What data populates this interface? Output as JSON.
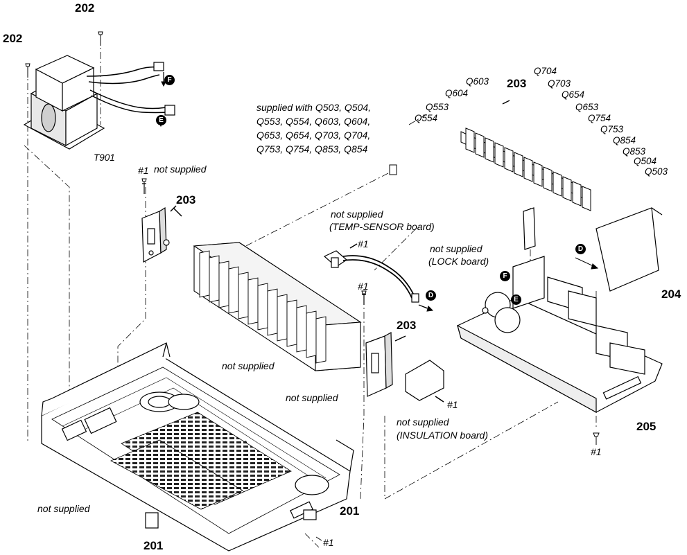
{
  "part_numbers": {
    "p201": "201",
    "p202": "202",
    "p203": "203",
    "p204": "204",
    "p205": "205"
  },
  "screw_ref": "#1",
  "transformer": "T901",
  "connectors": {
    "D": "D",
    "E": "E",
    "F": "F"
  },
  "notes": {
    "not_supplied": "not supplied",
    "temp_sensor": "(TEMP-SENSOR board)",
    "lock": "(LOCK board)",
    "insulation": "(INSULATION board)",
    "supplied_with": "supplied with Q503, Q504,\nQ553, Q554, Q603, Q604,\nQ653, Q654, Q703, Q704,\nQ753, Q754, Q853, Q854"
  },
  "transistors": [
    "Q704",
    "Q603",
    "Q703",
    "Q604",
    "Q654",
    "Q553",
    "Q653",
    "Q554",
    "Q754",
    "Q753",
    "Q854",
    "Q853",
    "Q504",
    "Q503"
  ]
}
